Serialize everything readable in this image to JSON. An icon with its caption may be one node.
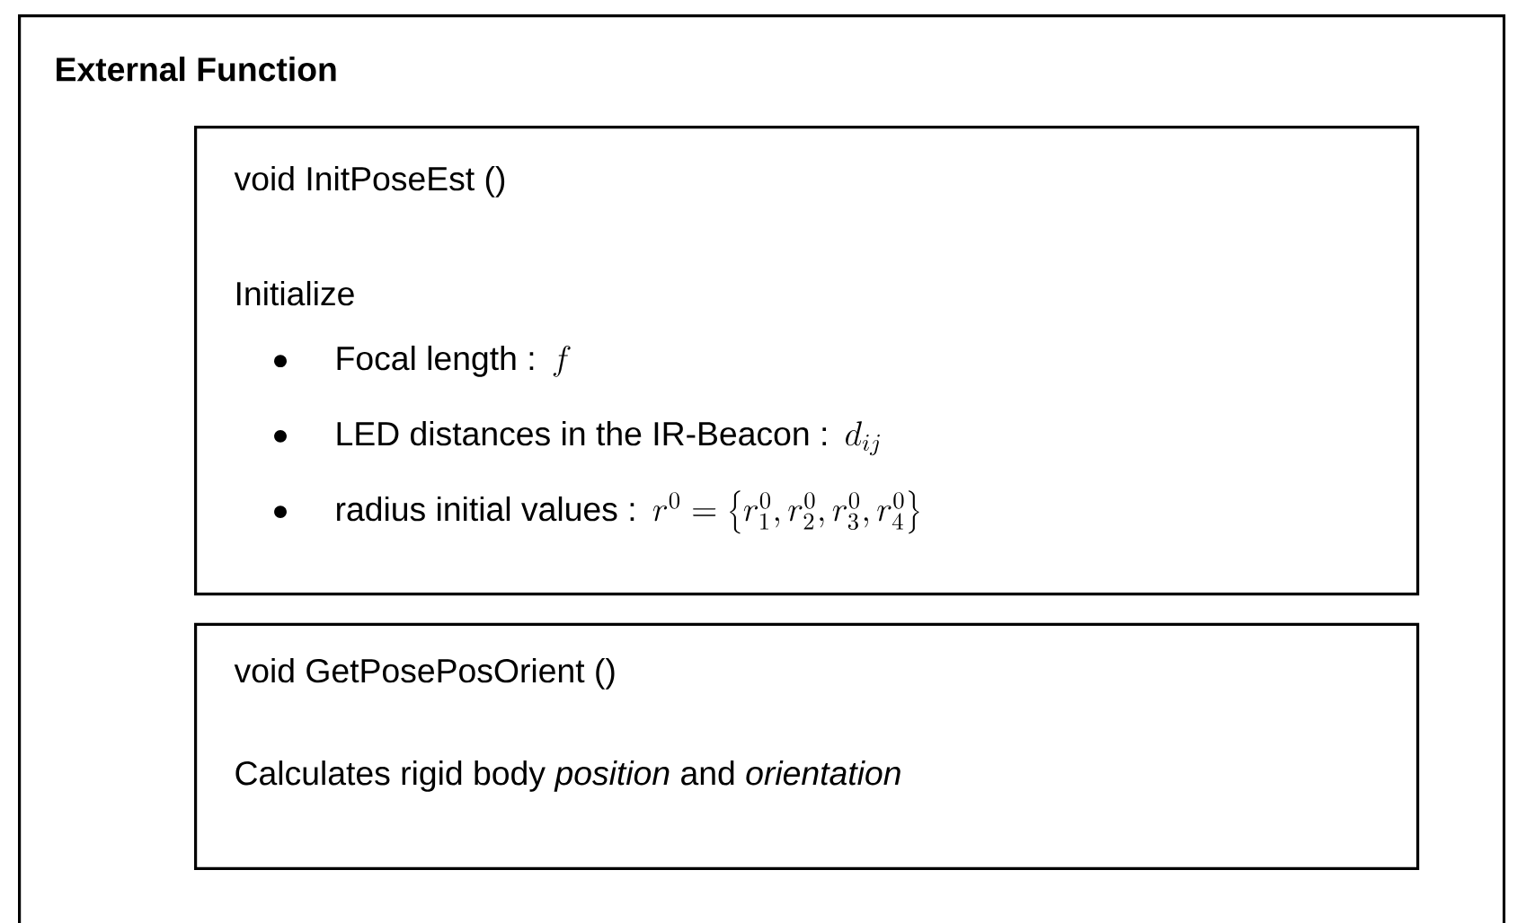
{
  "diagram": {
    "nodes": [
      {
        "text": [
          "External Function"
        ]
      },
      {
        "text": [
          "void InitPoseEst ()",
          "Initialize",
          "Focal length :",
          "f",
          "LED distances in the IR-Beacon :",
          "d_{ij}",
          "radius initial values :",
          "r^{0} = \\left\\{ r_1^{0}, r_2^{0}, r_3^{0}, r_4^{0} \\right\\}"
        ],
        "in": 0
      },
      {
        "text": [
          "void GetPosePosOrient ()",
          "Calculates rigid body *position* and *orientation*"
        ],
        "in": 0
      }
    ]
  }
}
